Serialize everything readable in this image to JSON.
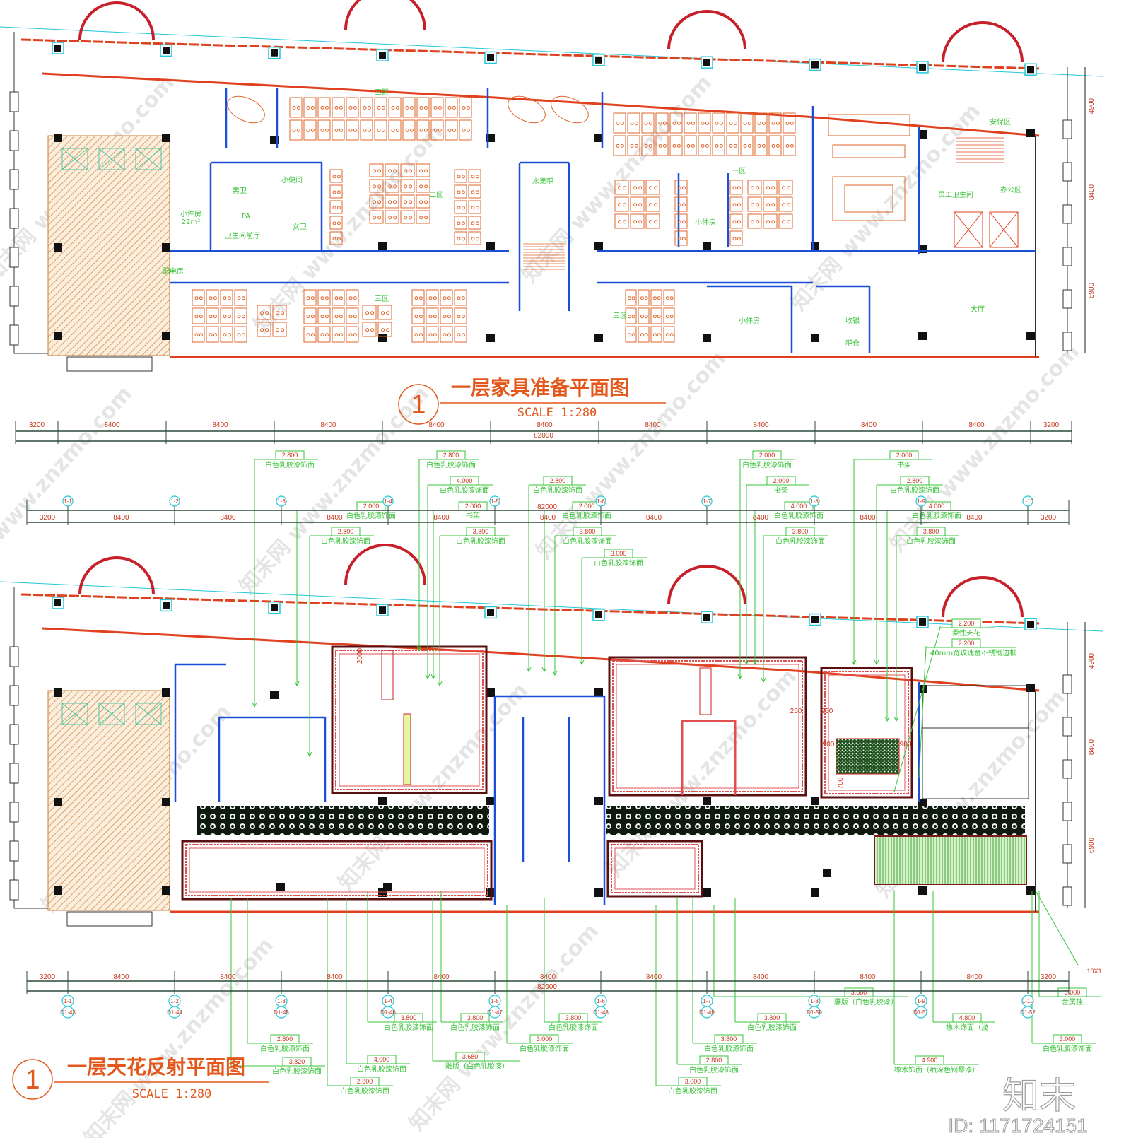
{
  "plan1": {
    "number": "1",
    "title": "一层家具准备平面图",
    "scale": "SCALE 1:280",
    "dims": [
      "3200",
      "8400",
      "8400",
      "8400",
      "8400",
      "8400",
      "8400",
      "8400",
      "8400",
      "8400",
      "3200"
    ],
    "total": "82000",
    "side_dims": [
      "4900",
      "8400",
      "6900"
    ],
    "rooms": [
      "三区",
      "三区",
      "三区",
      "二区",
      "一区",
      "水果吧",
      "小便间",
      "男卫",
      "PA",
      "女卫",
      "卫生间前厅",
      "小件房",
      "22m²",
      "配电房",
      "小件房",
      "小件房",
      "收银",
      "吧仓",
      "大厅",
      "安保区",
      "员工卫生间",
      "办公区"
    ]
  },
  "plan2": {
    "number": "1",
    "title": "一层天花反射平面图",
    "scale": "SCALE 1:280",
    "axis_top": {
      "dims": [
        "3200",
        "8400",
        "8400",
        "8400",
        "8400",
        "8400",
        "8400",
        "8400",
        "8400",
        "8400",
        "3200"
      ],
      "total": "82000",
      "bubbles": [
        "1-1",
        "1-2",
        "1-3",
        "1-4",
        "1-5",
        "1-6",
        "1-7",
        "1-8",
        "1-9",
        "1-10"
      ]
    },
    "axis_bottom": {
      "dims": [
        "3200",
        "8400",
        "8400",
        "8400",
        "8400",
        "8400",
        "8400",
        "8400",
        "8400",
        "8400",
        "3200"
      ],
      "total": "82000",
      "bubbles": [
        "1-1",
        "1-2",
        "1-3",
        "1-4",
        "1-5",
        "1-6",
        "1-7",
        "1-8",
        "1-9",
        "1-10"
      ],
      "details": [
        "D1-43",
        "D1-44",
        "D1-45",
        "D1-46",
        "D1-47",
        "D1-48",
        "D1-49",
        "D1-50",
        "D1-51",
        "D1-52"
      ]
    },
    "side_dims": [
      "4900",
      "8400",
      "6900"
    ],
    "inner_dims": [
      "2000",
      "250",
      "250",
      "900",
      "900",
      "700"
    ],
    "annotations_top": [
      {
        "elev": "2.800",
        "text": "白色乳胶漆饰面"
      },
      {
        "elev": "4.000",
        "text": "白色乳胶漆饰面"
      },
      {
        "elev": "2.800",
        "text": "白色乳胶漆饰面"
      },
      {
        "elev": "2.000",
        "text": "白色乳胶漆饰面"
      },
      {
        "elev": "2.800",
        "text": "白色乳胶漆饰面"
      },
      {
        "elev": "2.000",
        "text": "书架"
      },
      {
        "elev": "3.800",
        "text": "白色乳胶漆饰面"
      },
      {
        "elev": "2.800",
        "text": "白色乳胶漆饰面"
      },
      {
        "elev": "2.000",
        "text": "白色乳胶漆饰面"
      },
      {
        "elev": "3.800",
        "text": "白色乳胶漆饰面"
      },
      {
        "elev": "3.000",
        "text": "白色乳胶漆饰面"
      },
      {
        "elev": "2.000",
        "text": "白色乳胶漆饰面"
      },
      {
        "elev": "2.000",
        "text": "书架"
      },
      {
        "elev": "4.000",
        "text": "白色乳胶漆饰面"
      },
      {
        "elev": "3.800",
        "text": "白色乳胶漆饰面"
      },
      {
        "elev": "2.000",
        "text": "书架"
      },
      {
        "elev": "2.800",
        "text": "白色乳胶漆饰面"
      },
      {
        "elev": "4.000",
        "text": "白色乳胶漆饰面"
      },
      {
        "elev": "3.800",
        "text": "白色乳胶漆饰面"
      },
      {
        "elev": "2.200",
        "text": "柔性天花"
      },
      {
        "elev": "2.200",
        "text": "40mm宽玫瑰金不锈钢边框"
      }
    ],
    "annotations_bottom": [
      {
        "elev": "3.800",
        "text": "白色乳胶漆饰面"
      },
      {
        "elev": "3.800",
        "text": "白色乳胶漆饰面"
      },
      {
        "elev": "3.800",
        "text": "白色乳胶漆饰面"
      },
      {
        "elev": "3.800",
        "text": "白色乳胶漆饰面"
      },
      {
        "elev": "3.680",
        "text": "雕版（白色乳胶漆）"
      },
      {
        "elev": "4.800",
        "text": "橡木饰面（浅"
      },
      {
        "elev": "3.000",
        "text": "白色乳胶漆饰面"
      },
      {
        "elev": "3.000",
        "text": "金属挂"
      },
      {
        "elev": "2.800",
        "text": "白色乳胶漆饰面"
      },
      {
        "elev": "3.820",
        "text": "白色乳胶漆饰面"
      },
      {
        "elev": "4.000",
        "text": "白色乳胶漆饰面"
      },
      {
        "elev": "2.800",
        "text": "白色乳胶漆饰面"
      },
      {
        "elev": "3.680",
        "text": "雕版（白色乳胶漆）"
      },
      {
        "elev": "3.000",
        "text": "白色乳胶漆饰面"
      },
      {
        "elev": "3.800",
        "text": "白色乳胶漆饰面"
      },
      {
        "elev": "2.800",
        "text": "白色乳胶漆饰面"
      },
      {
        "elev": "3.000",
        "text": "白色乳胶漆饰面"
      },
      {
        "elev": "4.900",
        "text": "橡木饰面（喷深色钢琴漆）"
      }
    ],
    "callout_extra": "10X1"
  },
  "watermark": {
    "site": "知末网 www.znzmo.com",
    "logo": "知末",
    "id": "ID: 1171724151"
  },
  "colors": {
    "wall_red": "#e0401e",
    "furniture": "#e0642a",
    "partition_blue": "#1c4fd8",
    "cyan": "#22c7d8",
    "label_green": "#38c338",
    "dim_red": "#c7361c",
    "title_orange": "#e4571b",
    "hatch": "#d9a06a",
    "column": "#111111"
  }
}
